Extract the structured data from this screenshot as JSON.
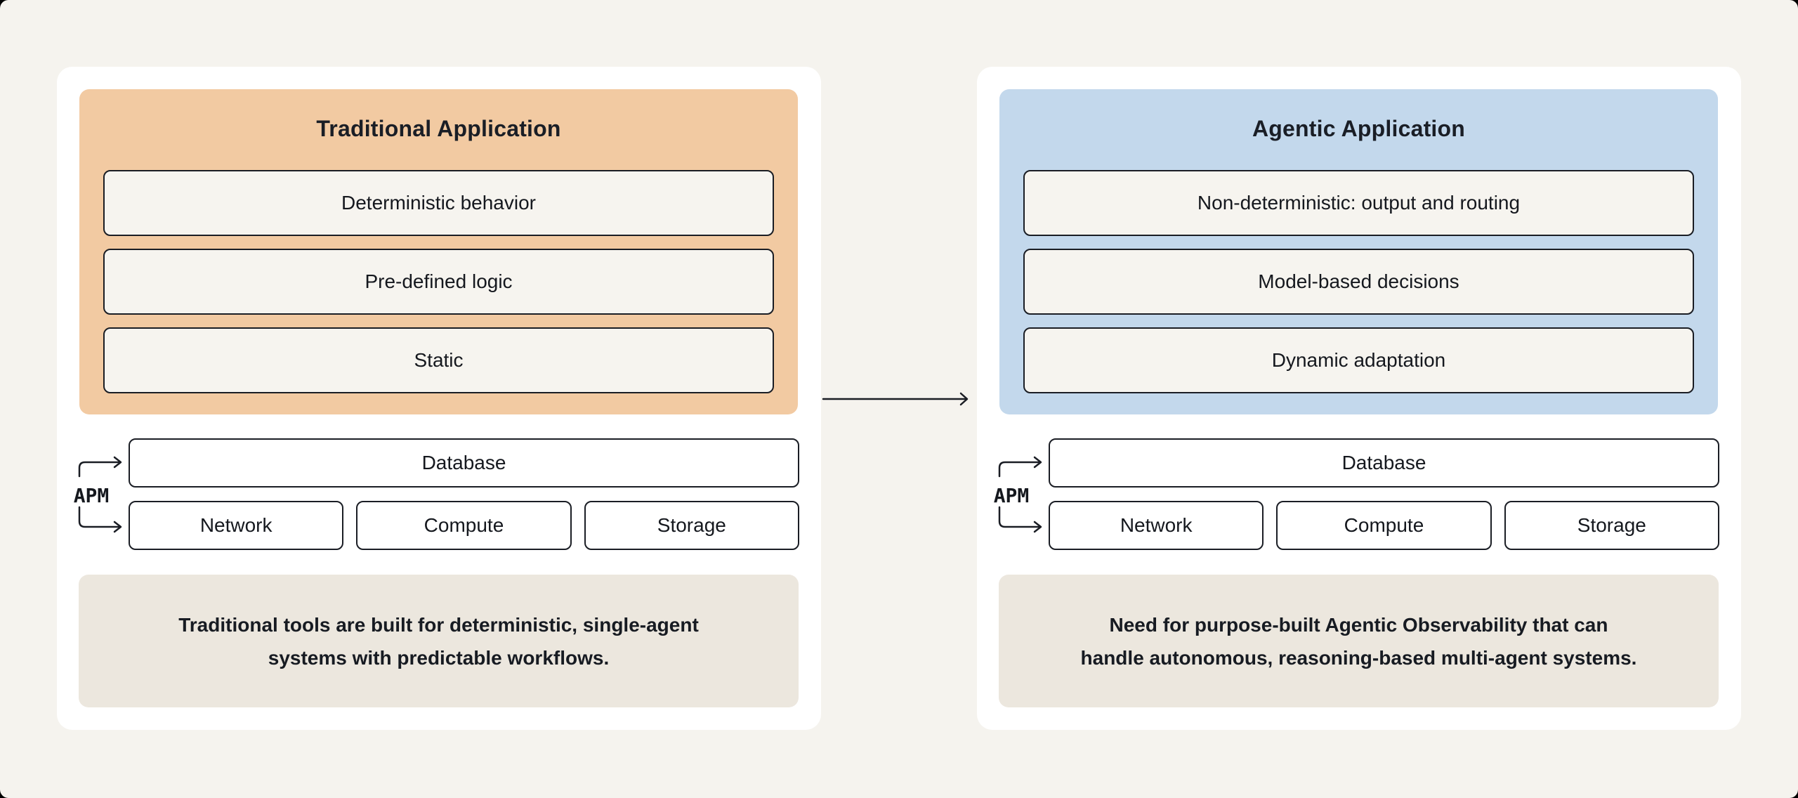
{
  "diagram_title": "Traditional vs Agentic Application observability comparison",
  "colors": {
    "page_background": "#f5f3ee",
    "card_background": "#ffffff",
    "traditional_accent": "#f2caa2",
    "agentic_accent": "#c3d8ec",
    "feature_fill": "#f6f4ef",
    "caption_fill": "#ece7de",
    "line_and_text": "#1a1d24"
  },
  "flow_arrow": {
    "from": "Traditional Application",
    "to": "Agentic Application"
  },
  "panels": [
    {
      "id": "traditional",
      "title": "Traditional Application",
      "accent_color": "#f2caa2",
      "features": [
        "Deterministic behavior",
        "Pre-defined logic",
        "Static"
      ],
      "apm_label": "APM",
      "infrastructure": {
        "database": "Database",
        "resources": [
          "Network",
          "Compute",
          "Storage"
        ]
      },
      "caption_lines": [
        "Traditional tools are built for deterministic, single-agent",
        "systems with predictable workflows."
      ]
    },
    {
      "id": "agentic",
      "title": "Agentic Application",
      "accent_color": "#c3d8ec",
      "features": [
        "Non-deterministic: output and routing",
        "Model-based decisions",
        "Dynamic adaptation"
      ],
      "apm_label": "APM",
      "infrastructure": {
        "database": "Database",
        "resources": [
          "Network",
          "Compute",
          "Storage"
        ]
      },
      "caption_lines": [
        "Need for purpose-built Agentic Observability that can",
        "handle autonomous, reasoning-based multi-agent systems."
      ]
    }
  ]
}
